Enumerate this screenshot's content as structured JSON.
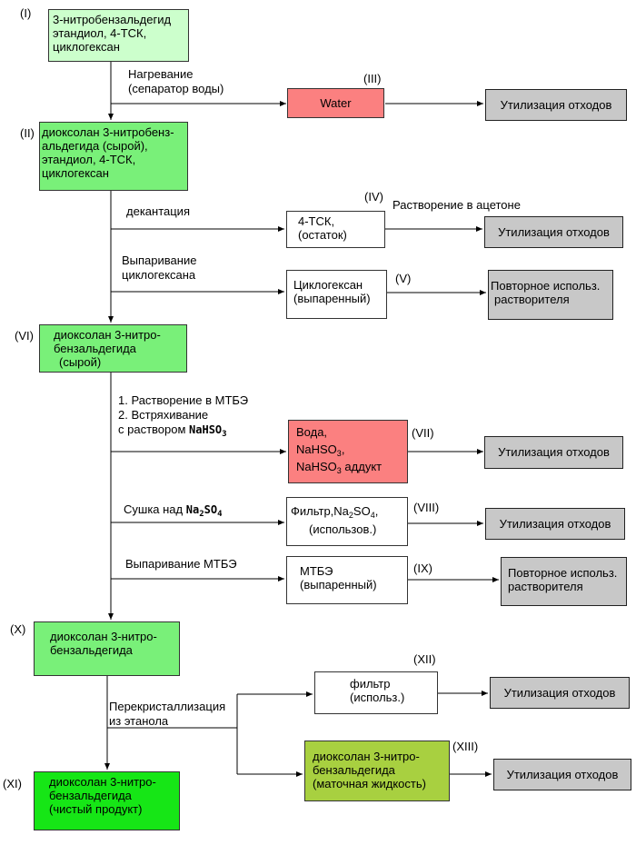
{
  "colors": {
    "start": "#ccffcc",
    "intermediate": "#79f079",
    "product": "#16e616",
    "mother_liquor": "#a8d040",
    "waste_red": "#fb8080",
    "gray_box": "#c8c8c8",
    "white_box": "#ffffff"
  },
  "nodes": {
    "n1": {
      "num": "(I)",
      "lines": [
        "3-нитробензальдегид",
        "этандиол, 4-ТСК,",
        "циклогексан"
      ]
    },
    "n2": {
      "num": "(II)",
      "lines": [
        "диоксолан 3-нитробенз-",
        "альдегида (сырой),",
        "этандиол, 4-ТСК,",
        "циклогексан"
      ]
    },
    "n3": {
      "num": "(III)",
      "lines": [
        "Water"
      ]
    },
    "n4": {
      "num": "(IV)",
      "lines": [
        "4-ТСК,",
        "(остаток)"
      ]
    },
    "n5": {
      "num": "(V)",
      "lines": [
        "Циклогексан",
        "(выпаренный)"
      ]
    },
    "n6": {
      "num": "(VI)",
      "lines": [
        "диоксолан 3-нитро-",
        "бензальдегида",
        "(сырой)"
      ]
    },
    "n7": {
      "num": "(VII)",
      "l1": "Вода,",
      "l2_main": "NaHSO",
      "l2_sub": "3",
      "l2_tail": ",",
      "l3_main": "NaHSO",
      "l3_sub": "3",
      "l3_tail": " аддукт"
    },
    "n8": {
      "num": "(VIII)",
      "l1_main": "Фильтр,Na",
      "l1_sub1": "2",
      "l1_mid": "SO",
      "l1_sub2": "4",
      "l1_tail": ",",
      "l2": "(использов.)"
    },
    "n9": {
      "num": "(IX)",
      "lines": [
        "МТБЭ",
        "(выпаренный)"
      ]
    },
    "n10": {
      "num": "(X)",
      "lines": [
        "диоксолан 3-нитро-",
        "бензальдегида"
      ]
    },
    "n11": {
      "num": "(XI)",
      "lines": [
        "диоксолан 3-нитро-",
        "бензальдегида",
        "(чистый продукт)"
      ]
    },
    "n12": {
      "num": "(XII)",
      "lines": [
        "фильтр",
        "(использ.)"
      ]
    },
    "n13": {
      "num": "(XIII)",
      "lines": [
        "диоксолан 3-нитро-",
        "бензальдегида",
        "(маточная жидкость)"
      ]
    }
  },
  "sinks": {
    "waste": "Утилизация отходов",
    "reuse_lines": [
      "Повторное использ.",
      "растворителя"
    ]
  },
  "labels": {
    "heating": [
      "Нагревание",
      "(сепаратор воды)"
    ],
    "decant": "декантация",
    "acetone": "Растворение в ацетоне",
    "evap_cyclo": [
      "Выпаривание",
      "циклогексана"
    ],
    "mtbe_steps": [
      "1. Растворение в МТБЭ",
      "2. Встряхивание",
      "с раствором "
    ],
    "nahso3_main": "NaHSO",
    "nahso3_sub": "3",
    "drying": "Сушка над ",
    "na2so4_a": "Na",
    "na2so4_b": "2",
    "na2so4_c": "SO",
    "na2so4_d": "4",
    "evap_mtbe": "Выпаривание МТБЭ",
    "recryst": [
      "Перекристаллизация",
      "из этанола"
    ]
  }
}
